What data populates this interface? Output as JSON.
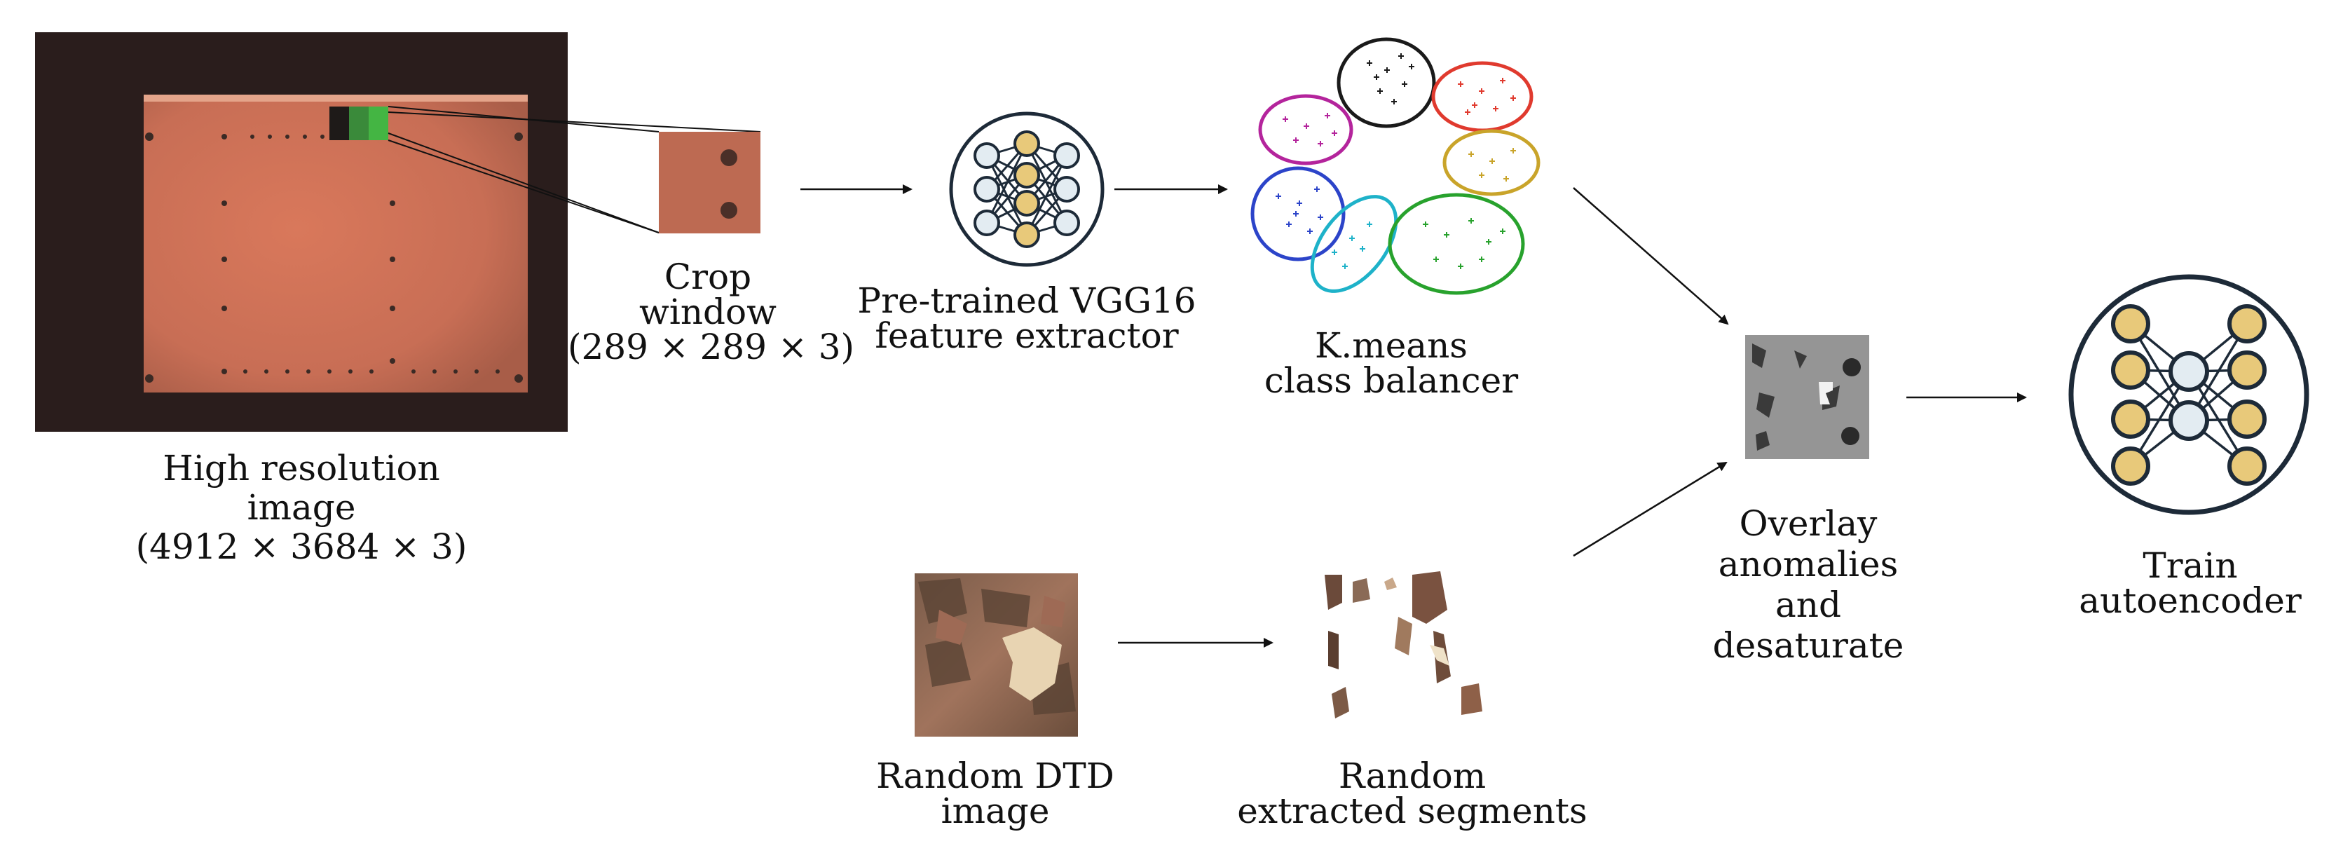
{
  "labels": {
    "high_res": [
      "High resolution",
      "image",
      "(4912 × 3684 × 3)"
    ],
    "crop": [
      "Crop",
      "window",
      "(289 × 289 × 3)"
    ],
    "vgg": [
      "Pre-trained VGG16",
      "feature extractor"
    ],
    "kmeans": [
      "K.means",
      "class balancer"
    ],
    "overlay": [
      "Overlay",
      "anomalies",
      "and",
      "desaturate"
    ],
    "train": [
      "Train",
      "autoencoder"
    ],
    "dtd": [
      "Random DTD",
      "image"
    ],
    "segments": [
      "Random",
      "extracted segments"
    ]
  },
  "colors": {
    "cluster_black": "#1a1a1a",
    "cluster_red": "#e03a2e",
    "cluster_magenta": "#b4249c",
    "cluster_yellow": "#c9a42a",
    "cluster_blue": "#2c44c9",
    "cluster_cyan": "#1eb2c9",
    "cluster_green": "#28a22d",
    "node_fill": "#e8c97a",
    "node_light": "#e3ecf2",
    "outline": "#1d2a38"
  }
}
